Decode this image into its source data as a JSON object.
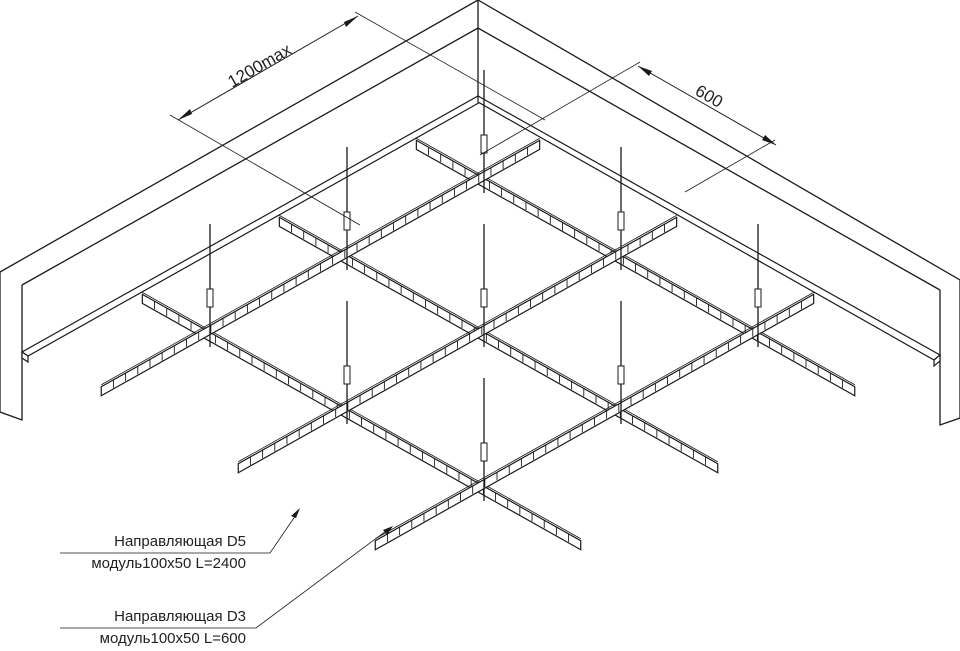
{
  "dimensions": {
    "max_span": "1200max",
    "module_span": "600"
  },
  "callouts": [
    {
      "title": "Направляющая D5",
      "spec": "модуль100x50 L=2400"
    },
    {
      "title": "Направляющая D3",
      "spec": "модуль100x50 L=600"
    }
  ]
}
